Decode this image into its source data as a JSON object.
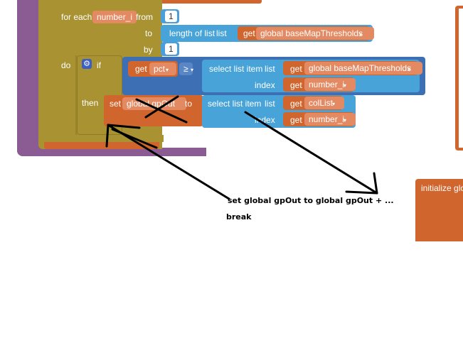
{
  "colors": {
    "purple": "#8b5c94",
    "olive": "#a89232",
    "orange": "#d0652e",
    "orange_var": "#e48a63",
    "blue_dark": "#3c6fb4",
    "blue_light": "#47a3d8",
    "blue_num": "#4a9fdb",
    "green_mark": "#2e6fbd"
  },
  "for_each": {
    "label": "for each",
    "variable": "number_i",
    "from_label": "from",
    "from_value": "1",
    "to_label": "to",
    "to_length_label": "length of list",
    "to_list_label": "list",
    "to_get_label": "get",
    "to_get_var": "global baseMapThresholds",
    "by_label": "by",
    "by_value": "1",
    "do_label": "do"
  },
  "if_block": {
    "if_label": "if",
    "then_label": "then",
    "get_label": "get",
    "get_var": "pct",
    "operator": "≥",
    "select_label": "select list item",
    "list_label": "list",
    "list_get_label": "get",
    "list_get_var": "global baseMapThresholds",
    "index_label": "index",
    "index_get_label": "get",
    "index_get_var": "number_i"
  },
  "set_block": {
    "set_label": "set",
    "var": "global gpOut",
    "to_label": "to",
    "select_label": "select list item",
    "list_label": "list",
    "list_get_label": "get",
    "list_get_var": "colList",
    "index_label": "index",
    "index_get_label": "get",
    "index_get_var": "number_i"
  },
  "initialize_block": {
    "label": "initialize glo"
  },
  "annotations": {
    "line1": "set global gpOut to global gpOut + ...",
    "line2": "break"
  },
  "icons": {
    "gear": "gear-icon",
    "dropdown": "dropdown-arrow-icon"
  }
}
